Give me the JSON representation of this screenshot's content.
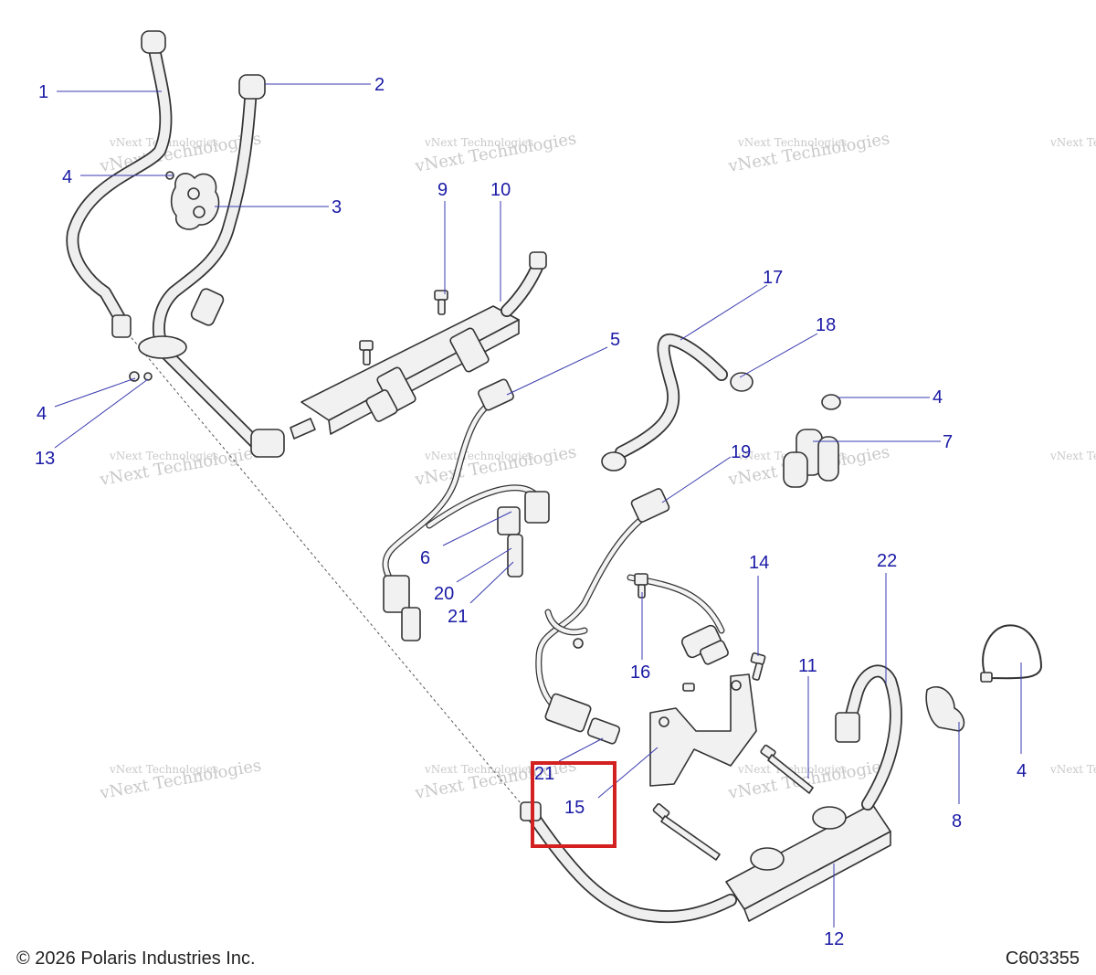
{
  "diagram": {
    "callouts": [
      "1",
      "2",
      "3",
      "4",
      "4",
      "4",
      "4",
      "5",
      "6",
      "7",
      "8",
      "9",
      "10",
      "11",
      "12",
      "13",
      "14",
      "15",
      "16",
      "17",
      "18",
      "19",
      "20",
      "21",
      "21",
      "22"
    ],
    "watermark": {
      "line1": "vNext Technologies",
      "line2": "vNext Technologies"
    },
    "highlight_color": "#d32020",
    "callout_color": "#1a1aa6"
  },
  "footer": {
    "copyright": "© 2026 Polaris Industries Inc.",
    "code": "C603355"
  }
}
